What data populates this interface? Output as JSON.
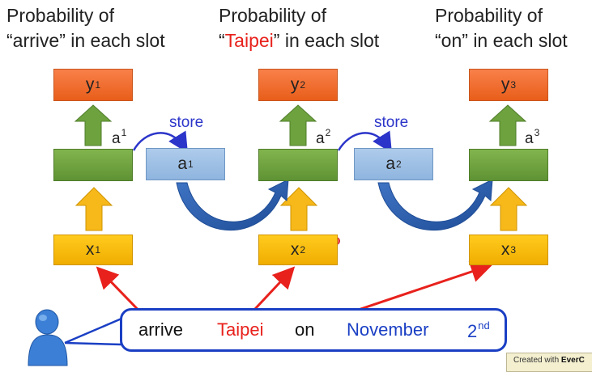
{
  "headings": [
    {
      "line1": "Probability of",
      "pre": "“",
      "word": "arrive",
      "post": "” in each slot",
      "word_color": "#222222"
    },
    {
      "line1": "Probability of",
      "pre": "“",
      "word": "Taipei",
      "post": "” in each slot",
      "word_color": "#e8211c"
    },
    {
      "line1": "Probability of",
      "pre": "“",
      "word": "on",
      "post": "” in each slot",
      "word_color": "#222222"
    }
  ],
  "steps": [
    {
      "y": "y",
      "y_sup": "1",
      "a": "a",
      "a_sup": "1",
      "x": "x",
      "x_sup": "1"
    },
    {
      "y": "y",
      "y_sup": "2",
      "a": "a",
      "a_sup": "2",
      "x": "x",
      "x_sup": "2"
    },
    {
      "y": "y",
      "y_sup": "3",
      "a": "a",
      "a_sup": "3",
      "x": "x",
      "x_sup": "3"
    }
  ],
  "memory": [
    {
      "label": "a",
      "sup": "1",
      "store_label": "store"
    },
    {
      "label": "a",
      "sup": "2",
      "store_label": "store"
    }
  ],
  "sentence": {
    "words": [
      {
        "text": "arrive",
        "color": "#111111"
      },
      {
        "text": "Taipei",
        "color": "#e8211c"
      },
      {
        "text": "on",
        "color": "#111111"
      },
      {
        "text": "November",
        "color": "#1a3fc4"
      },
      {
        "text": "2",
        "sup": "nd",
        "color": "#1a3fc4"
      }
    ]
  },
  "footer": {
    "prefix": "Created with ",
    "brand": "EverC"
  },
  "colors": {
    "accent_red": "#e8211c",
    "accent_blue": "#1a3fc4",
    "store_blue": "#2c35c9"
  }
}
